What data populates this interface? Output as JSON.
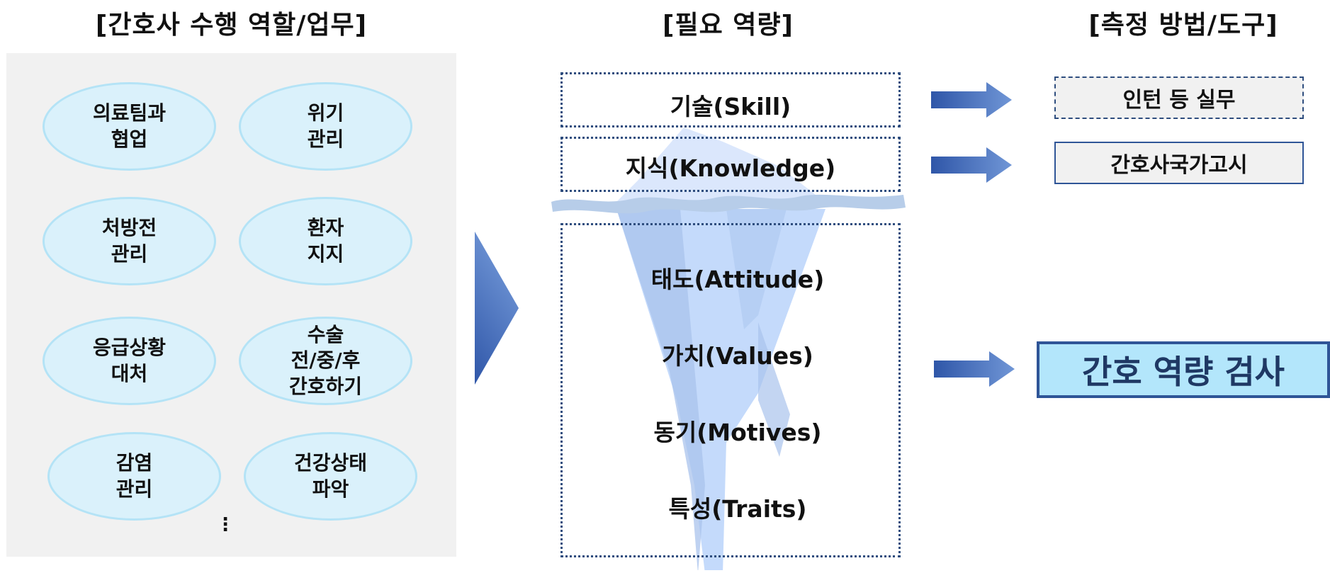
{
  "headings": {
    "roles": "[간호사 수행 역할/업무]",
    "competencies": "[필요 역량]",
    "methods": "[측정 방법/도구]"
  },
  "roles": [
    "의료팀과\n협업",
    "위기\n관리",
    "처방전\n관리",
    "환자\n지지",
    "응급상황\n대처",
    "수술\n전/중/후\n간호하기",
    "감염\n관리",
    "건강상태\n파악"
  ],
  "roles_more": "⋮",
  "competencies": {
    "skill": "기술(Skill)",
    "knowledge": "지식(Knowledge)",
    "attitude": "태도(Attitude)",
    "values": "가치(Values)",
    "motives": "동기(Motives)",
    "traits": "특성(Traits)"
  },
  "methods": {
    "internship": "인턴 등 실무",
    "national_exam": "간호사국가고시",
    "competency_test": "간호 역량 검사"
  },
  "colors": {
    "ellipse_fill": "#daf1fb",
    "ellipse_border": "#b4e3f6",
    "arrow_dark": "#2f56a8",
    "arrow_light": "#7096d6",
    "dotted_border": "#2e4d7e",
    "iceberg": "#c4dafb",
    "highlight_fill": "#b3e6fb",
    "highlight_border": "#2f5597",
    "highlight_text": "#1f3864"
  }
}
